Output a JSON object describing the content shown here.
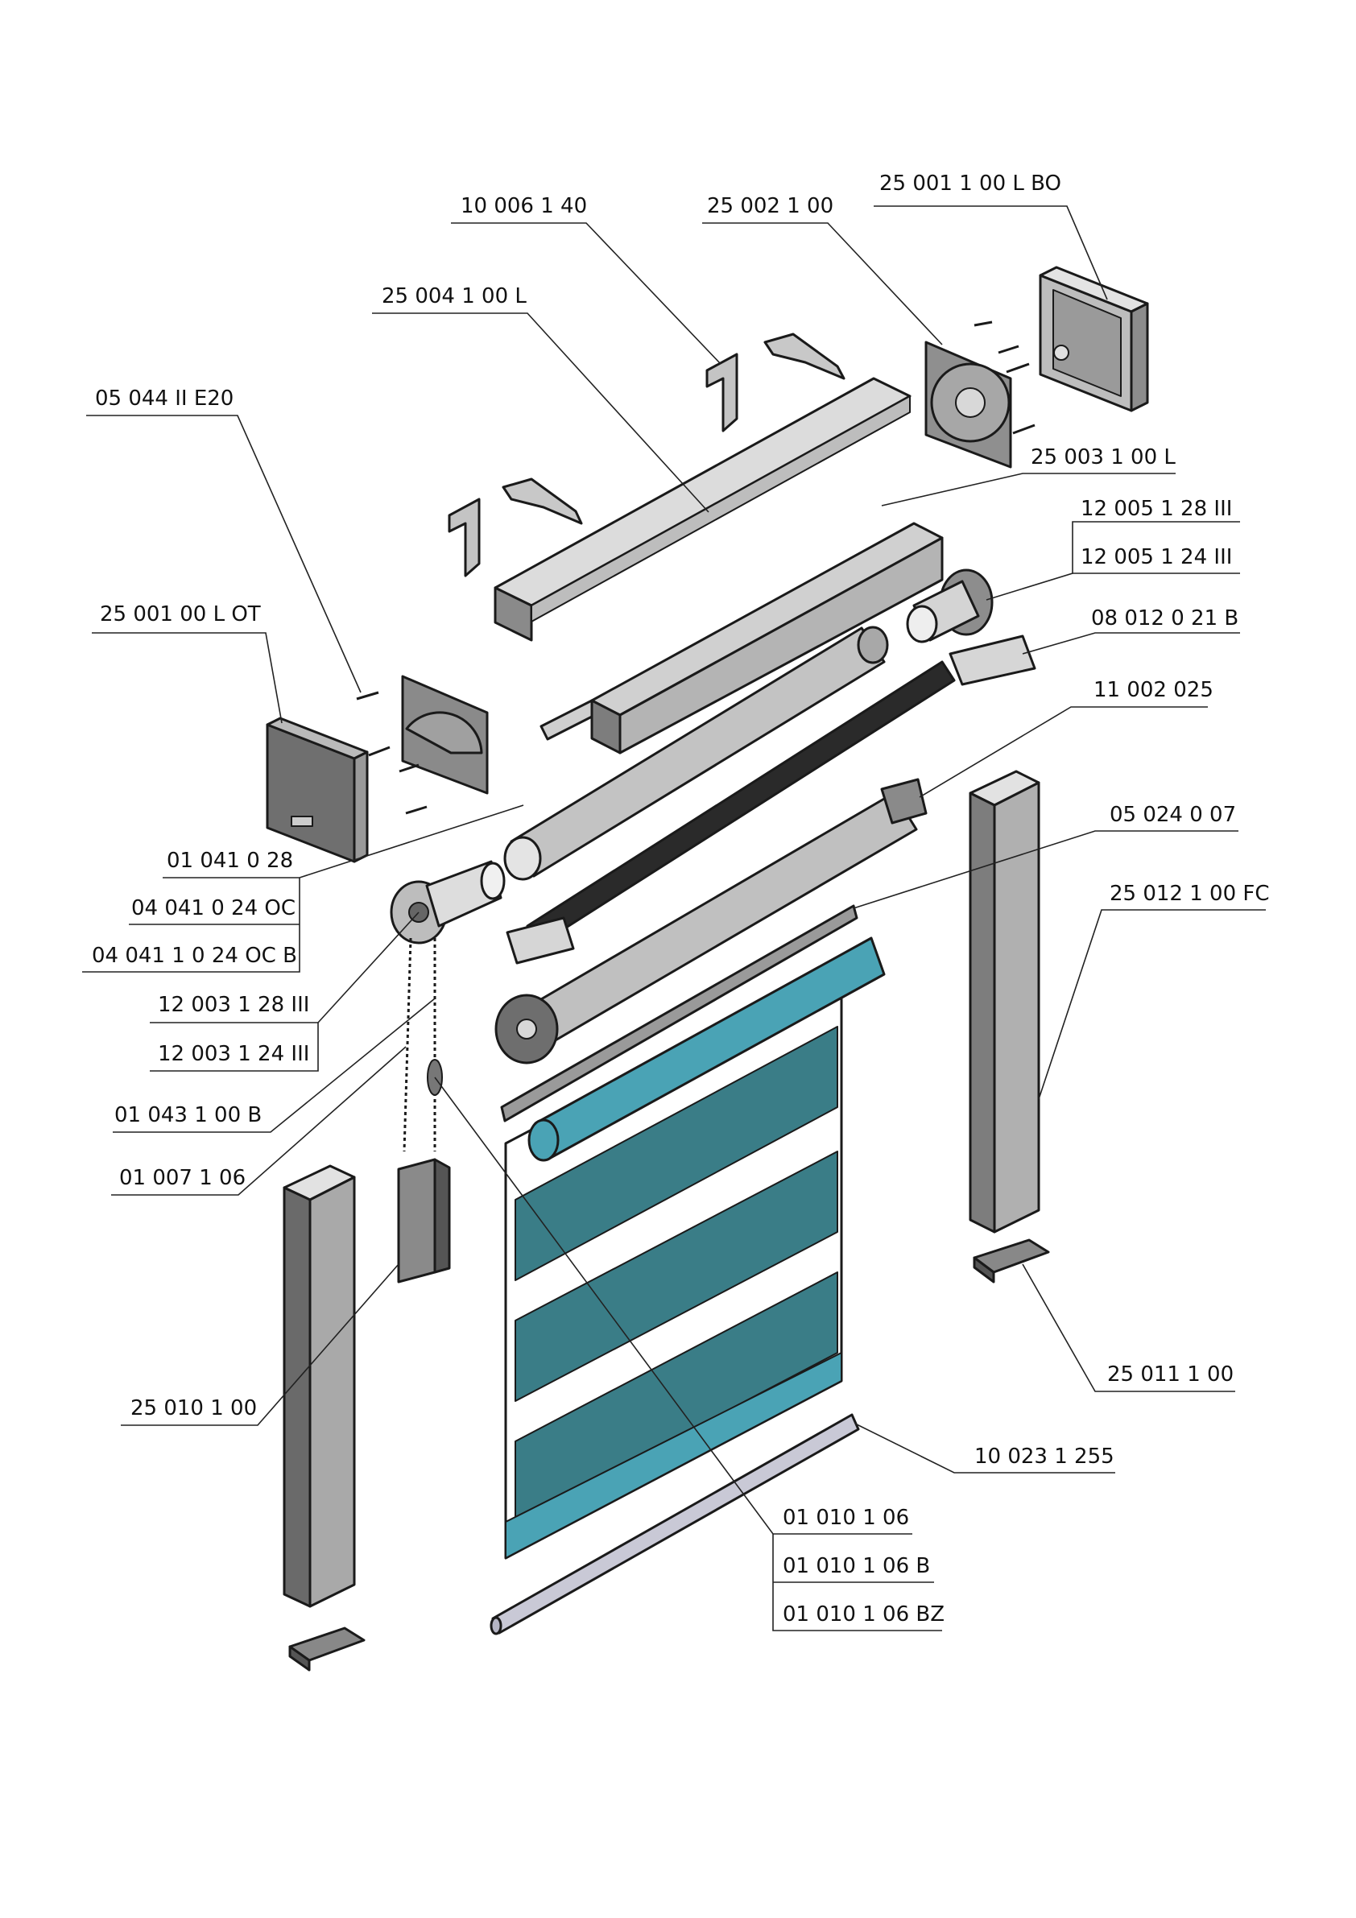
{
  "labels": {
    "p25_001_1_00_l_bo": "25 001 1 00 L BO",
    "p10_006_1_40": "10 006 1 40",
    "p25_002_1_00": "25 002 1 00",
    "p25_004_1_00_l": "25 004 1 00 L",
    "p05_044_ii_e20": "05 044 II E20",
    "p25_003_1_00_l": "25 003 1 00 L",
    "p12_005_1_28_iii": "12 005 1 28 III",
    "p12_005_1_24_iii": "12 005 1 24 III",
    "p25_001_00_l_ot": "25 001 00 L OT",
    "p08_012_0_21_b": "08 012 0 21 B",
    "p11_002_025": "11 002 025",
    "p05_024_0_07": "05 024 0 07",
    "p01_041_0_28": "01 041 0 28",
    "p25_012_1_00_fc": "25 012 1 00 FC",
    "p04_041_0_24_oc": "04 041 0 24 OC",
    "p04_041_1_0_24_oc_b": "04 041 1 0 24 OC B",
    "p12_003_1_28_iii": "12 003 1 28 III",
    "p12_003_1_24_iii": "12 003 1 24 III",
    "p01_043_1_00_b": "01 043 1 00 B",
    "p01_007_1_06": "01 007 1 06",
    "p25_011_1_00": "25 011 1 00",
    "p25_010_1_00": "25 010 1 00",
    "p10_023_1_255": "10 023 1 255",
    "p01_010_1_06": "01 010 1 06",
    "p01_010_1_06_b": "01 010 1 06 B",
    "p01_010_1_06_bz": "01 010 1 06 BZ"
  },
  "colors": {
    "fabric_light": "#4aa3b5",
    "fabric_dark": "#3a7d87",
    "metal_light": "#cfcfcf",
    "metal_mid": "#a9a9a9",
    "metal_dark": "#6e6e6e",
    "cap_dark": "#555555"
  }
}
